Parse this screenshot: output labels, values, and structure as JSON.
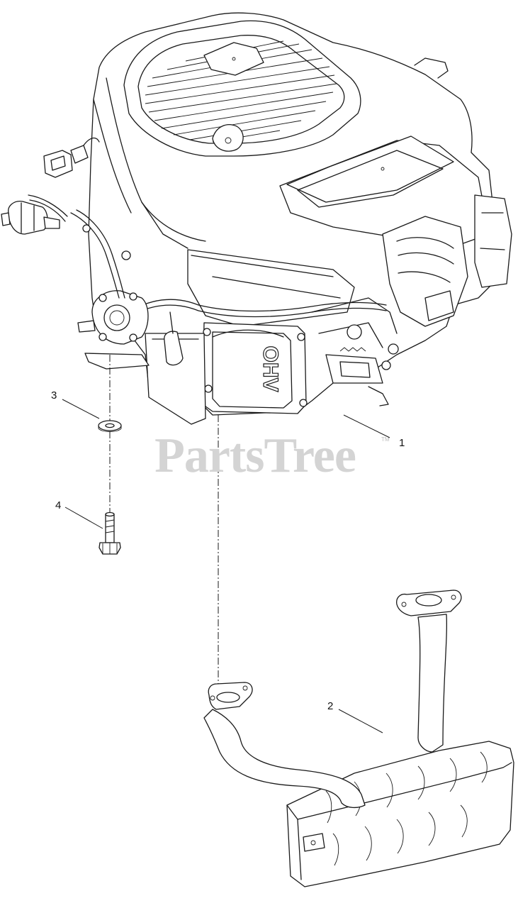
{
  "watermark": {
    "text": "PartsTree",
    "trademark": "TM"
  },
  "engine_marking": "OHV",
  "callouts": [
    {
      "id": "callout-1",
      "label": "1",
      "part": "engine"
    },
    {
      "id": "callout-2",
      "label": "2",
      "part": "muffler"
    },
    {
      "id": "callout-3",
      "label": "3",
      "part": "washer"
    },
    {
      "id": "callout-4",
      "label": "4",
      "part": "bolt"
    }
  ],
  "colors": {
    "line": "#1a1a1a",
    "watermark": "#d4d4d4",
    "background": "#ffffff"
  }
}
